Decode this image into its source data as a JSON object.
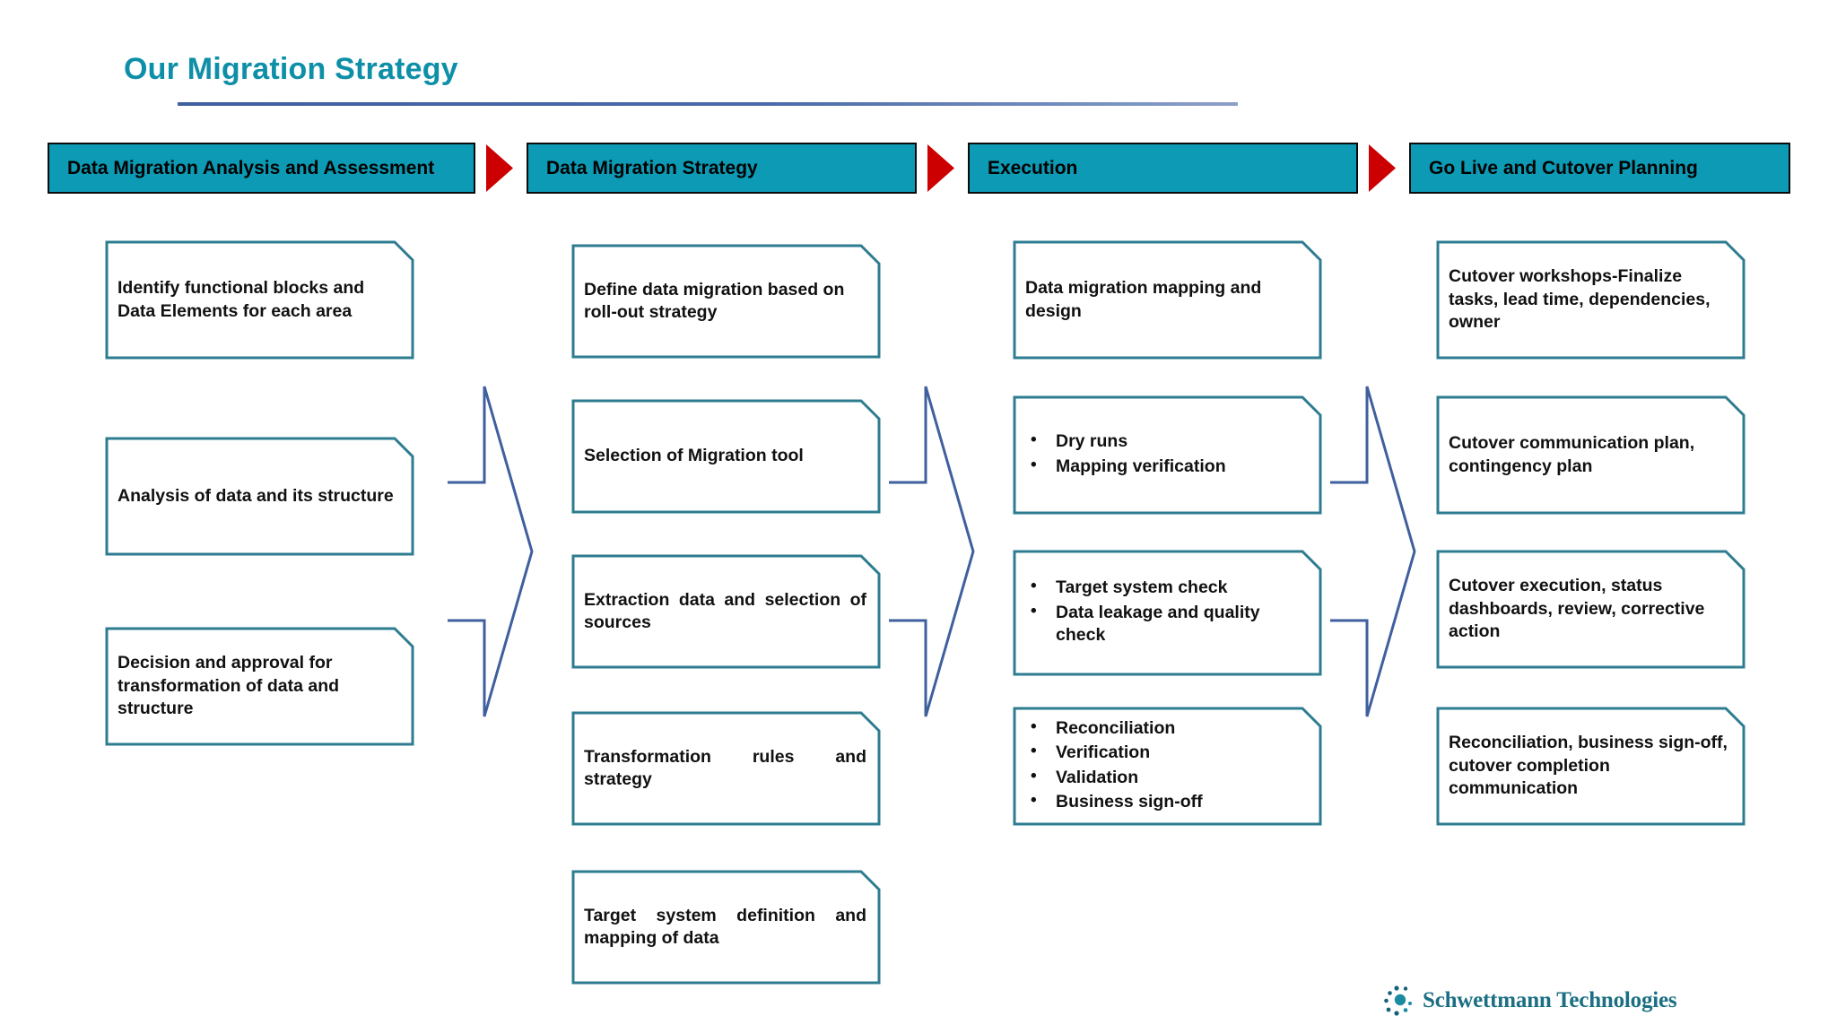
{
  "slide": {
    "title": "Our Migration Strategy",
    "accent_color": "#0e8fa8",
    "header_fill": "#0d9ab4",
    "box_border_color": "#2e7c90",
    "connector_color": "#3f5f9e",
    "arrow_color": "#cc0000"
  },
  "phases": [
    {
      "label": "Data Migration  Analysis and Assessment"
    },
    {
      "label": "Data Migration Strategy"
    },
    {
      "label": "Execution"
    },
    {
      "label": "Go Live and Cutover Planning"
    }
  ],
  "columns": [
    {
      "phase": "Data Migration  Analysis and Assessment",
      "boxes": [
        {
          "type": "paragraph",
          "align": "left",
          "text": "Identify functional blocks and Data Elements for each area"
        },
        {
          "type": "paragraph",
          "align": "left",
          "text": "Analysis of data and its structure"
        },
        {
          "type": "paragraph",
          "align": "left",
          "text": "Decision and approval for transformation of data and structure"
        }
      ]
    },
    {
      "phase": "Data Migration Strategy",
      "boxes": [
        {
          "type": "paragraph",
          "align": "left",
          "text": "Define data migration based on roll-out strategy"
        },
        {
          "type": "paragraph",
          "align": "justify",
          "text": "Selection of Migration tool"
        },
        {
          "type": "paragraph",
          "align": "justify",
          "text": "Extraction data and selection of sources"
        },
        {
          "type": "paragraph",
          "align": "justify",
          "text": "Transformation rules and strategy"
        },
        {
          "type": "paragraph",
          "align": "justify",
          "text": "Target system definition and mapping of data"
        }
      ]
    },
    {
      "phase": "Execution",
      "boxes": [
        {
          "type": "paragraph",
          "align": "left",
          "text": "Data migration mapping and design"
        },
        {
          "type": "bullets",
          "items": [
            "Dry runs",
            "Mapping verification"
          ]
        },
        {
          "type": "bullets",
          "items": [
            "Target system check",
            "Data leakage and quality check"
          ]
        },
        {
          "type": "bullets",
          "items": [
            "Reconciliation",
            "Verification",
            "Validation",
            "Business sign-off"
          ]
        }
      ]
    },
    {
      "phase": "Go Live and Cutover Planning",
      "boxes": [
        {
          "type": "paragraph",
          "align": "left",
          "text": "Cutover workshops-Finalize tasks, lead time, dependencies, owner"
        },
        {
          "type": "paragraph",
          "align": "left",
          "text": "Cutover communication plan, contingency plan"
        },
        {
          "type": "paragraph",
          "align": "left",
          "text": "Cutover execution, status dashboards, review, corrective action"
        },
        {
          "type": "paragraph",
          "align": "left",
          "text": "Reconciliation, business sign-off, cutover completion communication"
        }
      ]
    }
  ],
  "logo": {
    "text": "Schwettmann Technologies",
    "mark": "dot-cluster-icon",
    "color": "#1b6f82"
  }
}
